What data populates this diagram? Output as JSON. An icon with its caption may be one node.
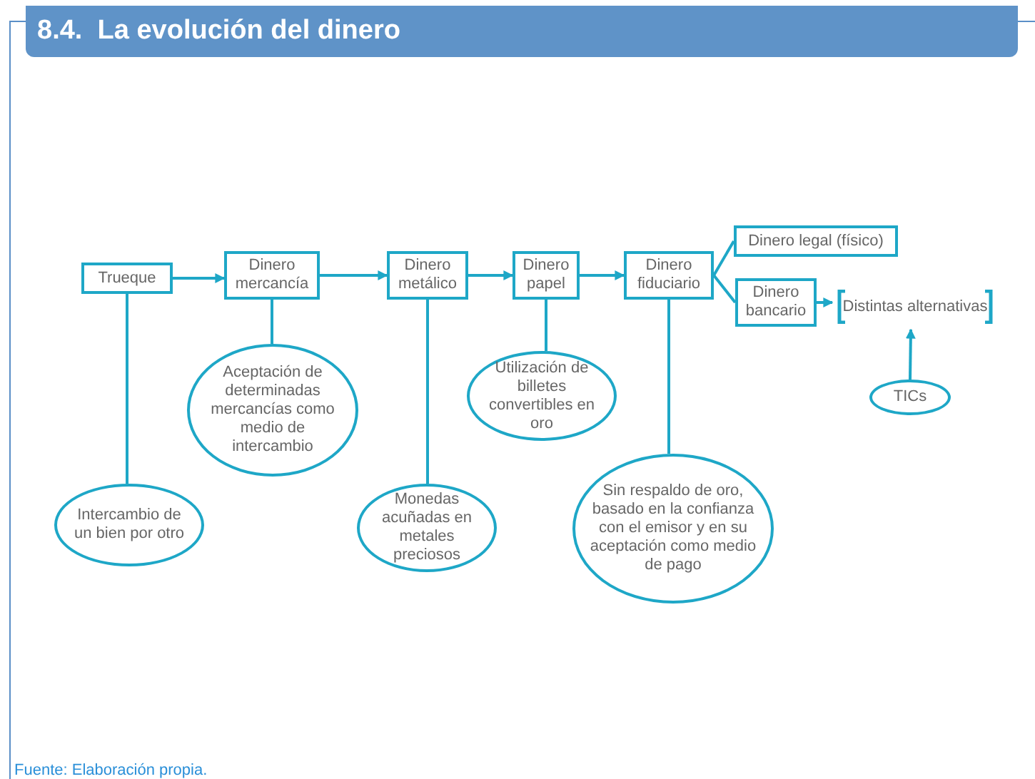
{
  "diagram": {
    "title": "8.4.  La evolución del dinero",
    "caption": "Fuente: Elaboración propia.",
    "nodes": [
      {
        "text": [
          "Trueque"
        ]
      },
      {
        "text": [
          "Dinero mercancía"
        ]
      },
      {
        "text": [
          "Dinero metálico"
        ]
      },
      {
        "text": [
          "Dinero papel"
        ]
      },
      {
        "text": [
          "Dinero fiduciario"
        ]
      },
      {
        "text": [
          "Dinero legal (físico)"
        ]
      },
      {
        "text": [
          "Dinero bancario"
        ]
      },
      {
        "text": [
          "Distintas alternativas"
        ]
      },
      {
        "text": [
          "TICs"
        ]
      },
      {
        "text": [
          "Aceptación de determinadas mercancías como medio de intercambio"
        ]
      },
      {
        "text": [
          "Utilización de billetes convertibles en oro"
        ]
      },
      {
        "text": [
          "Intercambio de un bien por otro"
        ]
      },
      {
        "text": [
          "Monedas acuñadas en metales preciosos"
        ]
      },
      {
        "text": [
          "Sin respaldo de oro, basado en la confianza con el emisor y en su aceptación como medio de pago"
        ]
      }
    ],
    "edges": [
      {
        "from": 0,
        "to": 1,
        "arrow": "to"
      },
      {
        "from": 1,
        "to": 2,
        "arrow": "to"
      },
      {
        "from": 2,
        "to": 3,
        "arrow": "to"
      },
      {
        "from": 3,
        "to": 4,
        "arrow": "to"
      },
      {
        "from": 4,
        "to": 5,
        "arrow": "none"
      },
      {
        "from": 4,
        "to": 6,
        "arrow": "none"
      },
      {
        "from": 6,
        "to": 7,
        "arrow": "to"
      },
      {
        "from": 8,
        "to": 7,
        "arrow": "to"
      },
      {
        "from": 0,
        "to": 11,
        "arrow": "none"
      },
      {
        "from": 1,
        "to": 9,
        "arrow": "none"
      },
      {
        "from": 2,
        "to": 12,
        "arrow": "none"
      },
      {
        "from": 3,
        "to": 10,
        "arrow": "none"
      },
      {
        "from": 4,
        "to": 13,
        "arrow": "none"
      }
    ]
  }
}
